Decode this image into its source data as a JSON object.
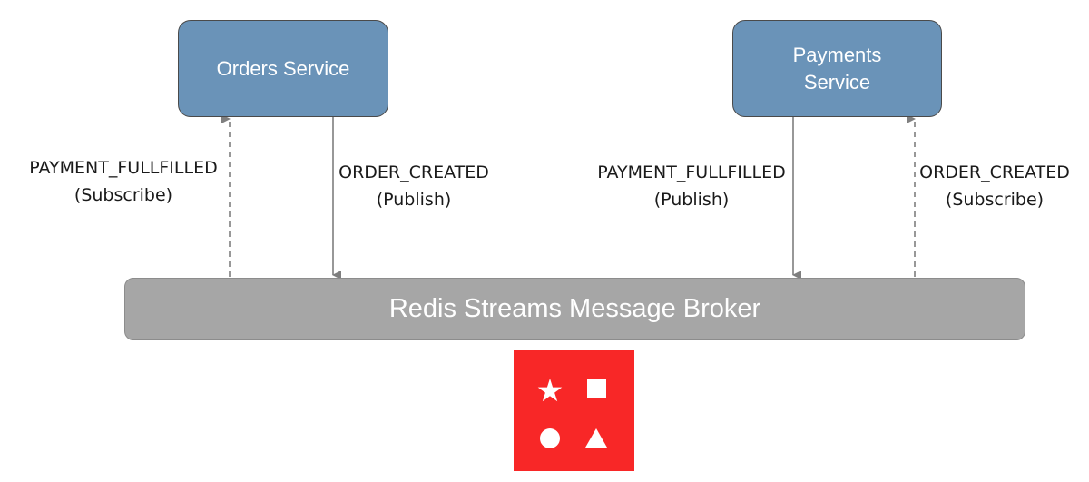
{
  "services": {
    "orders": {
      "label": "Orders Service"
    },
    "payments": {
      "label": "Payments Service"
    }
  },
  "broker": {
    "label": "Redis Streams Message Broker"
  },
  "edges": {
    "orders_subscribe": {
      "event": "PAYMENT_FULLFILLED",
      "action": "(Subscribe)",
      "style": "dashed",
      "direction": "broker-to-orders"
    },
    "orders_publish": {
      "event": "ORDER_CREATED",
      "action": "(Publish)",
      "style": "solid",
      "direction": "orders-to-broker"
    },
    "payments_publish": {
      "event": "PAYMENT_FULLFILLED",
      "action": "(Publish)",
      "style": "solid",
      "direction": "payments-to-broker"
    },
    "payments_subscribe": {
      "event": "ORDER_CREATED",
      "action": "(Subscribe)",
      "style": "dashed",
      "direction": "broker-to-payments"
    }
  },
  "logo": {
    "name": "redis-logo",
    "background_color": "#f82727",
    "shapes": [
      "star-icon",
      "square-icon",
      "circle-icon",
      "triangle-icon"
    ]
  },
  "colors": {
    "service_fill": "#6a93b8",
    "broker_fill": "#a6a6a6",
    "arrow": "#7f7f7f"
  }
}
